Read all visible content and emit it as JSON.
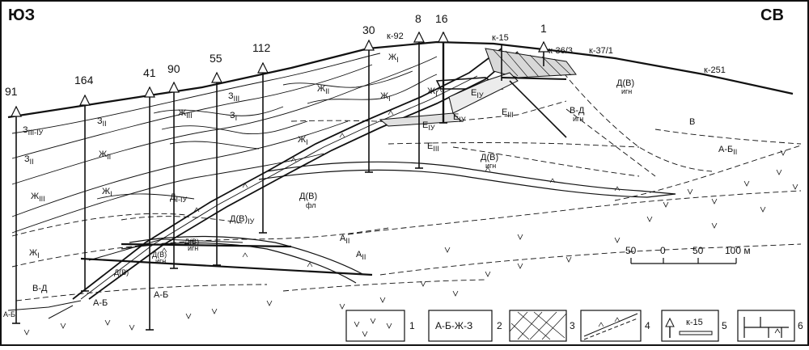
{
  "corners": {
    "sw": "ЮЗ",
    "ne": "СВ"
  },
  "wells": [
    {
      "label": "91"
    },
    {
      "label": "164"
    },
    {
      "label": "41"
    },
    {
      "label": "90"
    },
    {
      "label": "55"
    },
    {
      "label": "112"
    },
    {
      "label": "30"
    },
    {
      "label": "8"
    },
    {
      "label": "16"
    },
    {
      "label": "1"
    }
  ],
  "collar_labels": [
    "к-92",
    "к-15",
    "к-36/3",
    "к-37/1",
    "к-251"
  ],
  "units": {
    "z3_1": "З",
    "z3_1s": "III-IУ",
    "z2_1": "З",
    "z2_1s": "II",
    "z2_2": "З",
    "z2_2s": "II",
    "zh2_1": "Ж",
    "zh2_1s": "II",
    "zh3_1": "Ж",
    "zh3_1s": "III",
    "zh1_1": "Ж",
    "zh1_1s": "I",
    "zh1_2": "Ж",
    "zh1_2s": "I",
    "z3_2": "З",
    "z3_2s": "III",
    "zh3_2": "Ж",
    "zh3_2s": "III",
    "z1_1": "З",
    "z1_1s": "I",
    "zh2_2": "Ж",
    "zh2_2s": "II",
    "zh1_3": "Ж",
    "zh1_3s": "I",
    "zh1_4": "Ж",
    "zh1_4s": "I",
    "zh1_5": "Ж",
    "zh1_5s": "I",
    "zh1_6": "Ж",
    "zh1_6s": "I",
    "e4_1": "Е",
    "e4_1s": "IУ",
    "e4_2": "Е",
    "e4_2s": "IУ",
    "e4_3": "Е",
    "e4_3s": "IУ",
    "e3_1": "Е",
    "e3_1s": "III",
    "e3_2": "Е",
    "e3_2s": "III",
    "d_ign_1": "Д(В)",
    "d_ign_1b": "игн",
    "vd_ign": "В-Д",
    "vd_ign_b": "игн",
    "v_1": "В",
    "ab2_1": "А-Б",
    "ab2_1s": "II",
    "d_ign_2": "Д(В)",
    "d_ign_2b": "игн",
    "d_fl": "Д(В)",
    "d_fl_b": "фл",
    "d14": "Д",
    "d14s": "I-IУ",
    "d4": "Д(В)",
    "d4s": "IУ",
    "d_ign_3": "Д(В)",
    "d_ign_3b": "игн",
    "d_ign_4": "Д(В)",
    "d_ign_4b": "игн",
    "d_small": "Д(В)",
    "a2_1": "А",
    "a2_1s": "II",
    "a2_2": "А",
    "a2_2s": "II",
    "vd_2": "В-Д",
    "ab_1": "А-Б",
    "ab_2": "А-Б",
    "ab_3": "А-Б"
  },
  "scale": {
    "ticks": [
      "50",
      "0",
      "50",
      "100 м"
    ]
  },
  "legend": [
    {
      "num": "1"
    },
    {
      "num": "2",
      "text": "А-Б-Ж-З"
    },
    {
      "num": "3"
    },
    {
      "num": "4"
    },
    {
      "num": "5",
      "text": "к-15"
    },
    {
      "num": "6"
    }
  ]
}
